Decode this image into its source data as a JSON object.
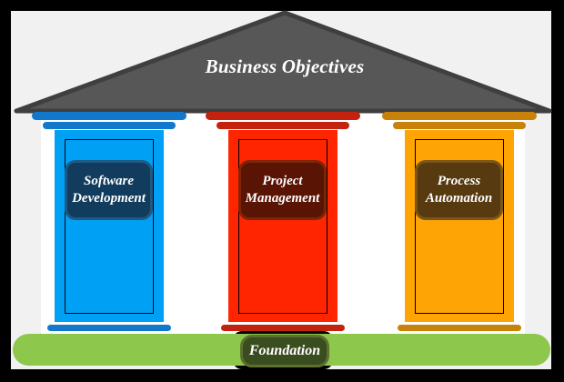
{
  "diagram": {
    "title": "Business Objectives",
    "foundation_label": "Foundation"
  },
  "colors": {
    "frame": "#000000",
    "canvas_bg": "#F1F1F1",
    "wall_bg": "#FFFFFF",
    "roof_fill": "#575757",
    "roof_stroke": "#3F3F3F",
    "title_color": "#FFFFFF",
    "text_color": "#FFFFFF",
    "foundation_bar": "#8DC74B",
    "foundation_label_fill": "#3A4D1F",
    "foundation_label_border": "#5C7031",
    "foundation_shadow": "#000000"
  },
  "pillars": [
    {
      "label_line1": "Software",
      "label_line2": "Development",
      "body_color": "#00A1F4",
      "cap_color": "#1278CC",
      "label_fill": "#123C5D",
      "label_border": "#1F5A85"
    },
    {
      "label_line1": "Project",
      "label_line2": "Management",
      "body_color": "#FF2500",
      "cap_color": "#C2220E",
      "label_fill": "#5A1404",
      "label_border": "#7E2508"
    },
    {
      "label_line1": "Process",
      "label_line2": "Automation",
      "body_color": "#FFA405",
      "cap_color": "#C8820A",
      "label_fill": "#573A10",
      "label_border": "#7B5618"
    }
  ]
}
